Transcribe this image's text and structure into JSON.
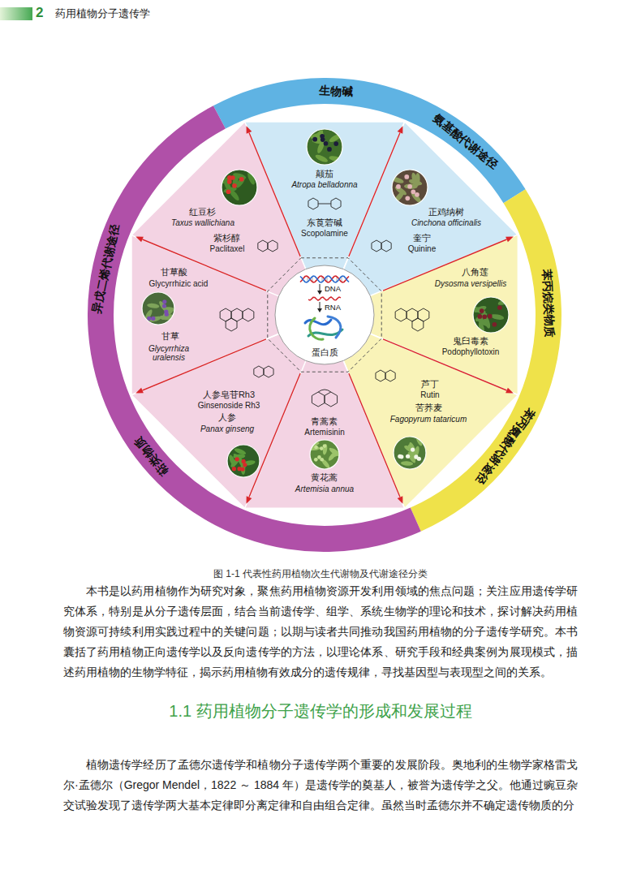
{
  "diagram": {
    "caption": "图 1-1 代表性药用植物次生代谢物及代谢途径分类",
    "nodes": [
      {
        "text": [
          "生物碱",
          "氨基酸代谢途径"
        ]
      },
      {
        "text": [
          "苯丙烷类物质",
          "苯丙氨酸代谢途径"
        ]
      },
      {
        "text": [
          "萜类物质",
          "异戊二烯代谢途径"
        ]
      },
      {
        "text": [
          "颠茄",
          "Atropa belladonna",
          "东莨菪碱",
          "Scopolamine"
        ]
      },
      {
        "text": [
          "正鸡纳树",
          "Cinchona officinalis",
          "奎宁",
          "Quinine"
        ]
      },
      {
        "text": [
          "八角莲",
          "Dysosma versipellis",
          "鬼臼毒素",
          "Podophyllotoxin"
        ]
      },
      {
        "text": [
          "芦丁",
          "Rutin",
          "苦荞麦",
          "Fagopyrum tataricum"
        ]
      },
      {
        "text": [
          "青蒿素",
          "Artemisinin",
          "黄花蒿",
          "Artemisia annua"
        ]
      },
      {
        "text": [
          "人参皂苷Rh3",
          "Ginsenoside Rh3",
          "人参",
          "Panax ginseng"
        ]
      },
      {
        "text": [
          "甘草酸",
          "Glycyrrhizic acid",
          "甘草",
          "Glycyrrhiza uralensis"
        ]
      },
      {
        "text": [
          "红豆杉",
          "Taxus wallichiana",
          "紫杉醇",
          "Paclitaxel"
        ]
      },
      {
        "text": [
          "DNA",
          "RNA",
          "蛋白质"
        ]
      }
    ],
    "labels": [
      "2",
      "药用植物分子遗传学",
      "本书是以药用植物作为研究对象，聚焦药用植物资源开发利用领域的焦点问题；关注应用遗传学研究体系，特别是从分子遗传层面，结合当前遗传学、组学、系统生物学的理论和技术，探讨解决药用植物资源可持续利用实践过程中的关键问题；以期与读者共同推动我国药用植物的分子遗传学研究。本书囊括了药用植物正向遗传学以及反向遗传学的方法，以理论体系、研究手段和经典案例为展现模式，描述药用植物的生物学特征，揭示药用植物有效成分的遗传规律，寻找基因型与表现型之间的关系。",
      "1.1 药用植物分子遗传学的形成和发展过程",
      "植物遗传学经历了孟德尔遗传学和植物分子遗传学两个重要的发展阶段。奥地利的生物学家格雷戈尔·孟德尔（Gregor Mendel，1822 ～ 1884 年）是遗传学的奠基人，被誉为遗传学之父。他通过豌豆杂交试验发现了遗传学两大基本定律即分离定律和自由组合定律。虽然当时孟德尔并不确定遗传物质的分"
    ]
  }
}
